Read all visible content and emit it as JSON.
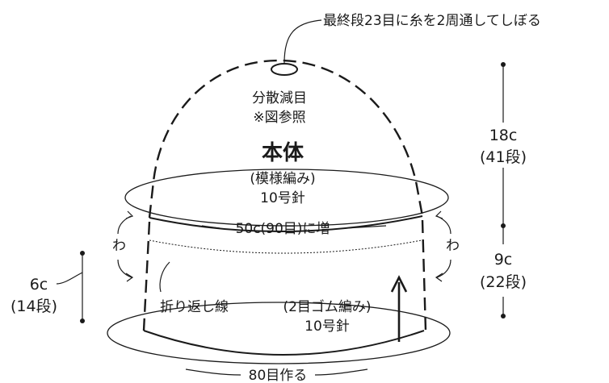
{
  "labels": {
    "top_note": "最終段23目に糸を2周通してしぼる",
    "dec_line1": "分散減目",
    "dec_line2": "※図参照",
    "body_title": "本体",
    "pattern_stitch": "(模様編み)",
    "needle_top": "10号針",
    "increase": "50c(90目)に増",
    "wa_left": "わ",
    "wa_right": "わ",
    "fold_line": "折り返し線",
    "rib": "(2目ゴム編み)",
    "needle_bottom": "10号針",
    "cast_on": "80目作る"
  },
  "dimensions": {
    "crown_height": "18c",
    "crown_rows": "(41段)",
    "brim_height": "9c",
    "brim_rows": "(22段)",
    "fold_height": "6c",
    "fold_rows": "(14段)"
  },
  "colors": {
    "line": "#1a1a1a",
    "background": "#ffffff"
  }
}
